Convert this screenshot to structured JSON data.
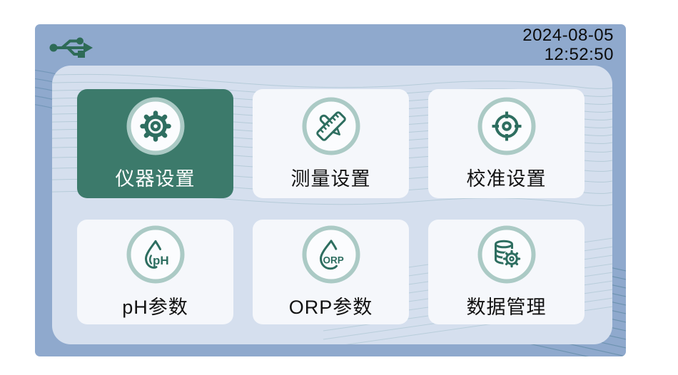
{
  "statusbar": {
    "usb_icon": "usb-icon",
    "date": "2024-08-05",
    "time": "12:52:50"
  },
  "menu": {
    "tiles": [
      {
        "id": "instrument-settings",
        "label": "仪器设置",
        "icon": "gear-icon",
        "selected": true
      },
      {
        "id": "measurement-settings",
        "label": "测量设置",
        "icon": "ruler-pencil-icon",
        "selected": false
      },
      {
        "id": "calibration-settings",
        "label": "校准设置",
        "icon": "target-icon",
        "selected": false
      },
      {
        "id": "ph-parameters",
        "label": "pH参数",
        "icon": "ph-drop-icon",
        "icon_text": "pH",
        "selected": false
      },
      {
        "id": "orp-parameters",
        "label": "ORP参数",
        "icon": "orp-drop-icon",
        "icon_text": "ORP",
        "selected": false
      },
      {
        "id": "data-management",
        "label": "数据管理",
        "icon": "database-gear-icon",
        "selected": false
      }
    ]
  },
  "colors": {
    "screen_bg": "#8FA9CD",
    "panel_bg": "#D5DFEE",
    "tile_bg": "#F5F7FB",
    "tile_selected_bg": "#3C7A6B",
    "icon_ring": "#ABCAC5",
    "icon_inner": "#FBFCFE",
    "icon_glyph": "#2E6E60",
    "usb_color": "#2E6B57",
    "label_color": "#111111",
    "label_selected_color": "#FFFFFF",
    "datetime_color": "#0B0B0B"
  }
}
